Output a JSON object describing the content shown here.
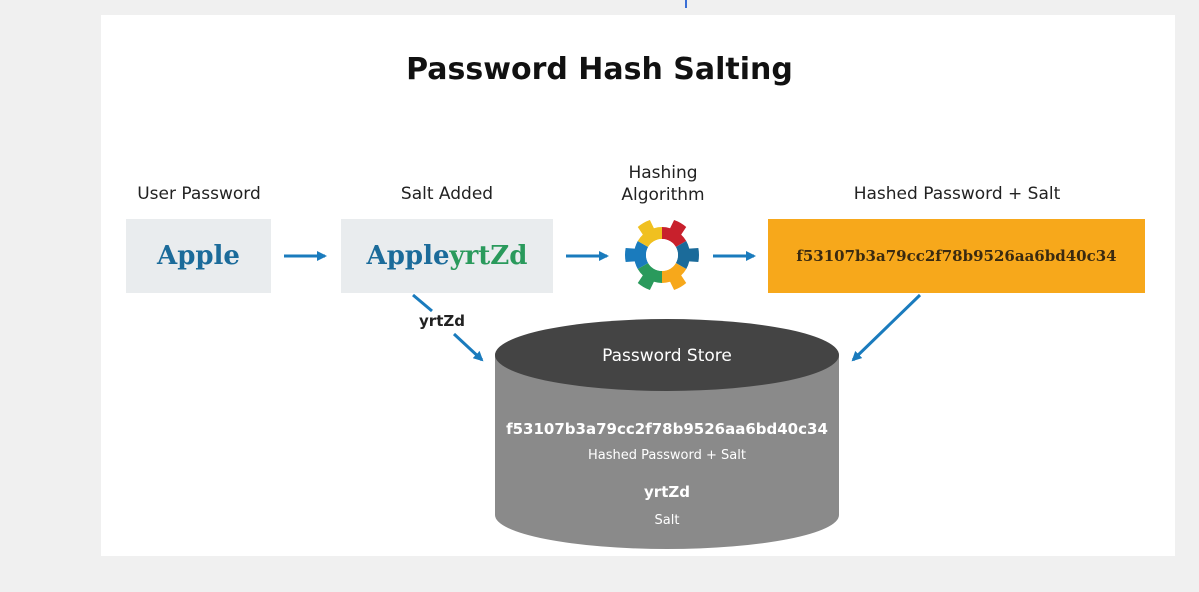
{
  "diagram": {
    "title": "Password Hash Salting",
    "steps": {
      "user_password_label": "User Password",
      "salt_added_label": "Salt Added",
      "hashing_label_line1": "Hashing",
      "hashing_label_line2": "Algorithm",
      "hashed_label": "Hashed Password + Salt"
    },
    "boxes": {
      "password": "Apple",
      "salted_base": "Apple",
      "salted_salt": "yrtZd",
      "hash": "f53107b3a79cc2f78b9526aa6bd40c34"
    },
    "salt_arrow_label": "yrtZd",
    "store": {
      "title": "Password Store",
      "hash_value": "f53107b3a79cc2f78b9526aa6bd40c34",
      "hash_caption": "Hashed Password + Salt",
      "salt_value": "yrtZd",
      "salt_caption": "Salt"
    },
    "colors": {
      "blue": "#1b6b9a",
      "green": "#2a9a5c",
      "orange": "#f7a81b",
      "arrow": "#1a7bbd",
      "cylinder_top": "#444444",
      "cylinder_body": "#8a8a8a"
    },
    "gear_segment_colors": [
      "#c8202c",
      "#1b6b9a",
      "#f7a81b",
      "#2a9a5c",
      "#1a7bbd",
      "#f0c020"
    ]
  }
}
